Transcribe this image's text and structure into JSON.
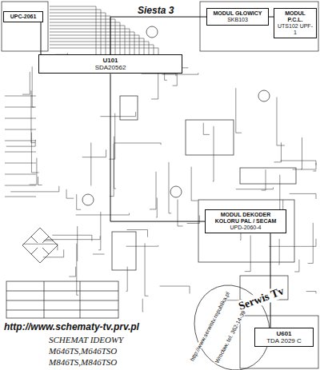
{
  "diagram": {
    "title": "Siesta 3",
    "nodes": [
      {
        "text": [
          "UPC-2061"
        ]
      },
      {
        "text": [
          "U101",
          "SDA20562"
        ]
      },
      {
        "text": [
          "MODUL GŁOWICY",
          "SKB103"
        ]
      },
      {
        "text": [
          "MODUL P.C.L.",
          "UTS102 UPF-1"
        ]
      },
      {
        "text": [
          "MODUL DEKODER KOLORU PAL / SECAM",
          "UPD-2060-4"
        ]
      },
      {
        "text": [
          "U601",
          "TDA 2029 C"
        ]
      }
    ],
    "edges": [
      {
        "from": 0,
        "to": 1,
        "arrow": "none"
      },
      {
        "from": 1,
        "to": 2,
        "arrow": "none"
      },
      {
        "from": 2,
        "to": 3,
        "arrow": "none"
      },
      {
        "from": 1,
        "to": 4,
        "arrow": "none"
      },
      {
        "from": 4,
        "to": 5,
        "arrow": "none"
      }
    ],
    "labels": [
      "http://www.schematy-tv.prv.pl",
      "SCHEMAT IDEOWY",
      "M646TS,M646TSO",
      "M846TS,M846TSO",
      "Serwis Tv",
      "http://www.serwistv.republika.pl",
      "Wrocław, tel. 362-14-39"
    ]
  }
}
